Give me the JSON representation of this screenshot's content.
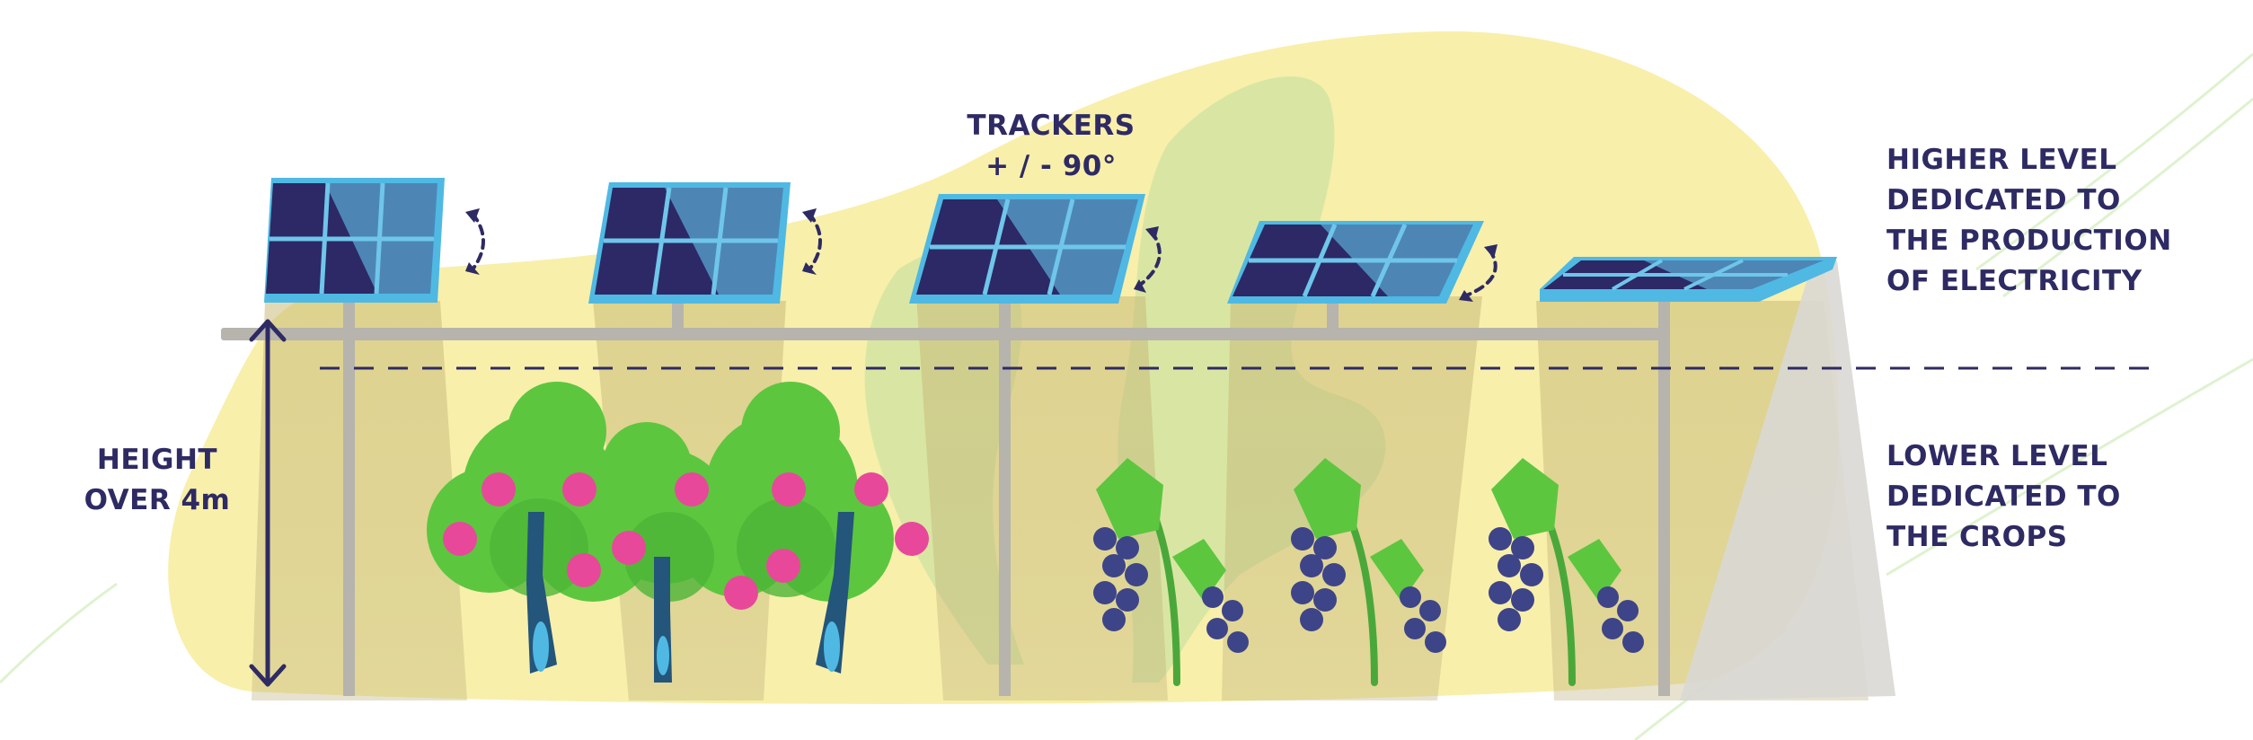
{
  "labels": {
    "trackers": [
      "TRACKERS",
      "+ / - 90°"
    ],
    "height": [
      "HEIGHT",
      "OVER 4m"
    ],
    "higher_level": [
      "HIGHER LEVEL",
      "DEDICATED TO",
      "THE PRODUCTION",
      "OF ELECTRICITY"
    ],
    "lower_level": [
      "LOWER LEVEL",
      "DEDICATED TO",
      "THE CROPS"
    ]
  },
  "colors": {
    "background_blob": "#f8efab",
    "panel_dark": "#2c2966",
    "panel_light": "#4d86b5",
    "panel_frame": "#4fb9e3",
    "structure": "#b6b4ad",
    "text": "#2e2a63",
    "leaf": "#5cc63f",
    "apple": "#e8489a",
    "grape": "#3e4488",
    "trunk": "#1f5277"
  },
  "icons": {
    "rotation": "curved-double-arrow-icon",
    "height": "vertical-double-arrow-icon"
  }
}
